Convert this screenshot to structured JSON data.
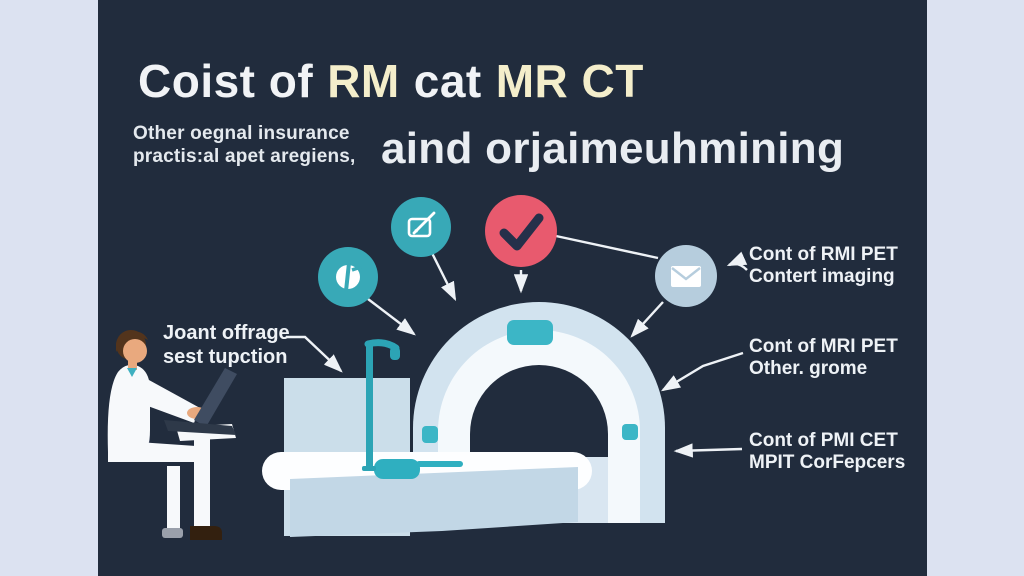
{
  "header": {
    "title": {
      "part1": "Coist of",
      "part2": "RM",
      "part3": "cat",
      "part4": "MR CT"
    },
    "subtitle_small_line1": "Other oegnal insurance",
    "subtitle_small_line2": "practis:al apet aregiens,",
    "subtitle_large": "aind orjaimeuhmining"
  },
  "annotations": {
    "left_label": {
      "line1": "Joant offrage",
      "line2": "sest tupction"
    },
    "right_labels": [
      {
        "line1": "Cont of RMI PET",
        "line2": "Contert imaging"
      },
      {
        "line1": "Cont of MRI PET",
        "line2": "Other. grome"
      },
      {
        "line1": "Cont of PMI CET",
        "line2": "MPIT CorFepcers"
      }
    ]
  },
  "icons": {
    "circle1": "coin-icon",
    "circle2": "edit-note-icon",
    "circle3": "checkmark-icon",
    "circle4": "envelope-icon"
  },
  "colors": {
    "background_navy": "#212c3d",
    "frame_lavender": "#dce2f1",
    "teal_circle": "#38a9b7",
    "teal_accent": "#3cb6c6",
    "red_circle": "#e85a6e",
    "light_blue_circle": "#b6cddd",
    "title_cream": "#f4eecb",
    "title_white": "#f1f3f6",
    "scanner_light": "#d2e3ef",
    "scanner_white": "#f4f9fc"
  }
}
